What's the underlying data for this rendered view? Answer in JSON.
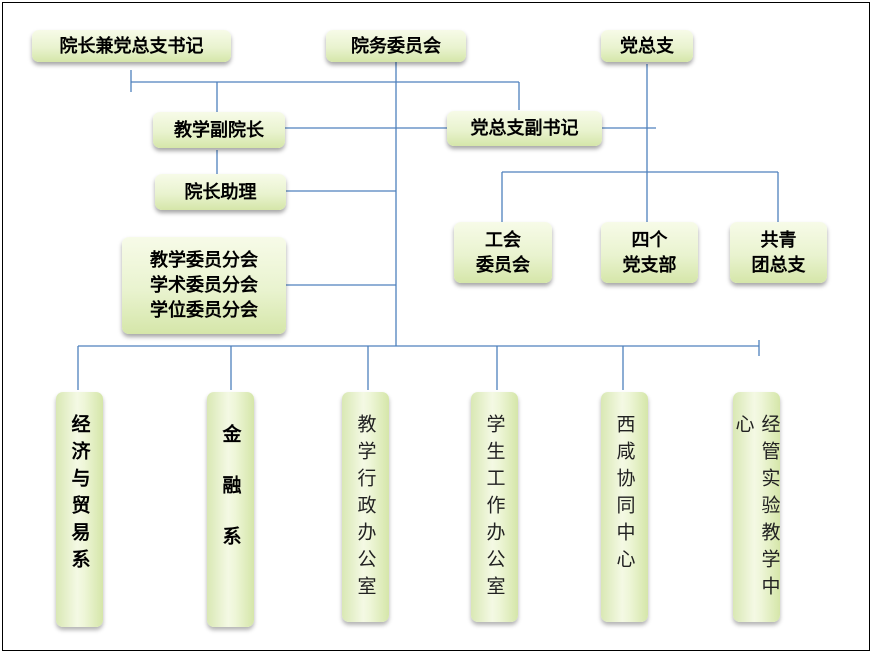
{
  "nodes": {
    "dean_secretary": "院长兼党总支书记",
    "affairs_committee": "院务委员会",
    "party_branch": "党总支",
    "vice_dean": "教学副院长",
    "deputy_secretary": "党总支副书记",
    "dean_assistant": "院长助理",
    "sub_committees": "教学委员分会\n学术委员分会\n学位委员分会",
    "union": "工会\n委员会",
    "four_branches": "四个\n党支部",
    "youth_league": "共青\n团总支"
  },
  "departments": [
    "经济与贸易系",
    "金融系",
    "教学行政办公室",
    "学生工作办公室",
    "西咸协同中心",
    "经管实验教学中心"
  ],
  "colors": {
    "line": "#4f81bd",
    "box_fill": "#e9f3cf"
  }
}
